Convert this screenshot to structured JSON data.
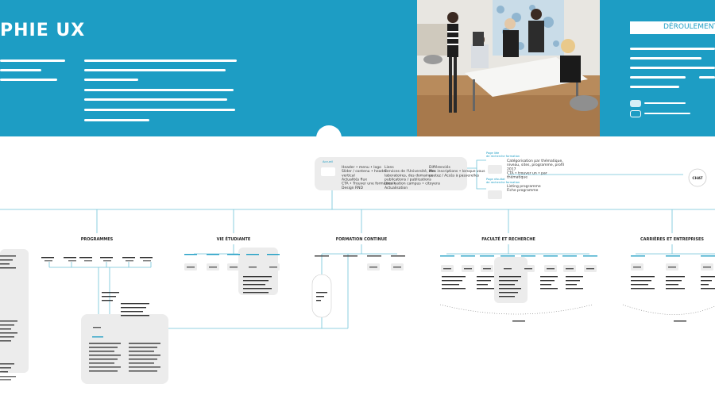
{
  "banner": {
    "title": "PHIE UX",
    "steps_label": "DÉROULEMENT D"
  },
  "diagram": {
    "home_node": {
      "label": "Accueil",
      "col1": "Header • menu • logo\nSlider / contenu • header\nvertical\nActualités flux\nCTA • Trouver une formation •\nDesign RND",
      "col2": "Liens\nServices de l'Université, des\nlaboratoires, des domaines\npublications / publications\nLocalisation campus • citoyens\nActualisation",
      "col3": "Différenciés\nMes inscriptions • lorsque vous\npostez / Accès à passerelles"
    },
    "side_nodes": [
      {
        "label": "Page liée\nde recherche formation",
        "desc": "Catégorisation par thématique,\nniveau, sites, programme, profil\n2017\nCTA • trouver un • par\nthématique"
      },
      {
        "label": "Page résultat\nde recherche formation",
        "desc": "Listing programme\nFiche programme"
      }
    ],
    "chat_label": "CHAT",
    "categories": [
      "PROGRAMMES",
      "VIE ÉTUDIANTE",
      "FORMATION CONTINUE",
      "FACULTÉ ET RECHERCHE",
      "CARRIÈRES ET ENTREPRISES"
    ]
  },
  "colors": {
    "accent": "#1d9dc4",
    "line": "#6fc3d8",
    "group_fill": "#ececec",
    "text_dark": "#333333"
  }
}
